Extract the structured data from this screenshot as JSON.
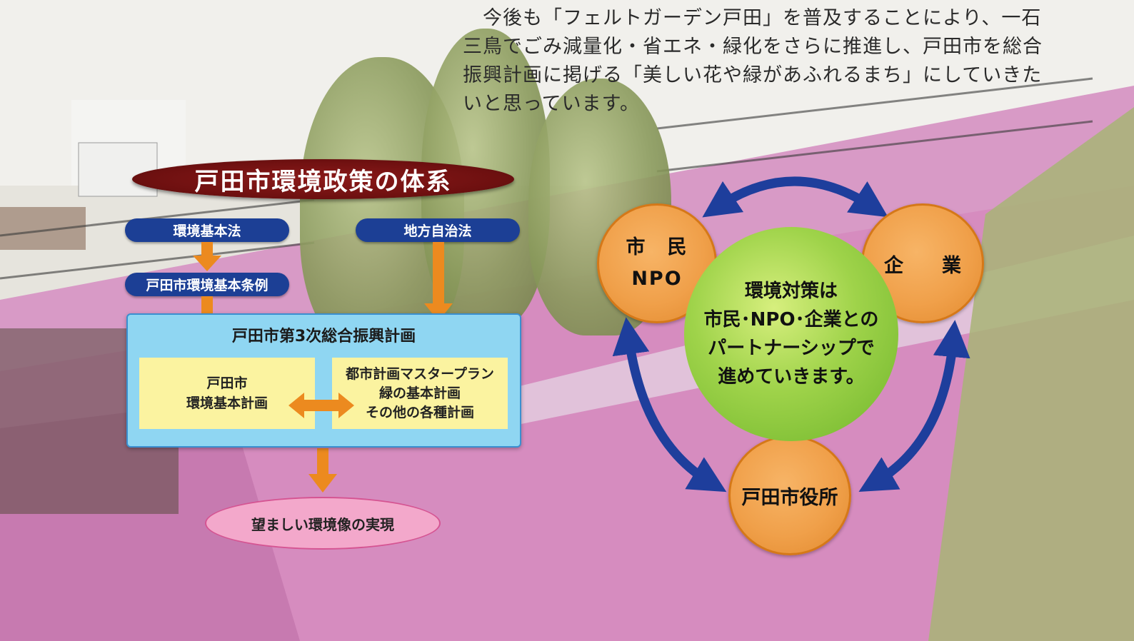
{
  "intro_text": "今後も「フェルトガーデン戸田」を普及することにより、一石三鳥でごみ減量化・省エネ・緑化をさらに推進し、戸田市を総合振興計画に掲げる「美しい花や緑があふれるまち」にしていきたいと思っています。",
  "policy": {
    "title": "戸田市環境政策の体系",
    "basic_law": "環境基本法",
    "local_law": "地方自治法",
    "ordinance": "戸田市環境基本条例",
    "plan_title": "戸田市第3次総合振興計画",
    "env_plan_line1": "戸田市",
    "env_plan_line2": "環境基本計画",
    "other_plans_line1": "都市計画マスタープラン",
    "other_plans_line2": "緑の基本計画",
    "other_plans_line3": "その他の各種計画",
    "goal": "望ましい環境像の実現"
  },
  "partnership": {
    "citizens_line1": "市　民",
    "citizens_line2": "NPO",
    "business": "企　　業",
    "city_hall": "戸田市役所",
    "center_line1": "環境対策は",
    "center_line2": "市民･NPO･企業との",
    "center_line3": "パートナーシップで",
    "center_line4": "進めていきます。"
  },
  "colors": {
    "pill_blue": "#1c3f95",
    "title_maroon": "#6e1010",
    "arrow_orange": "#ec8a1f",
    "cycle_arrow_blue": "#1e3e9c",
    "actor_orange": "#f0a04a",
    "center_green": "#8fcb3e",
    "plan_box_blue": "#8fd6f2",
    "sub_plan_yellow": "#fbf3a0",
    "goal_pink": "#f3a8cb"
  }
}
